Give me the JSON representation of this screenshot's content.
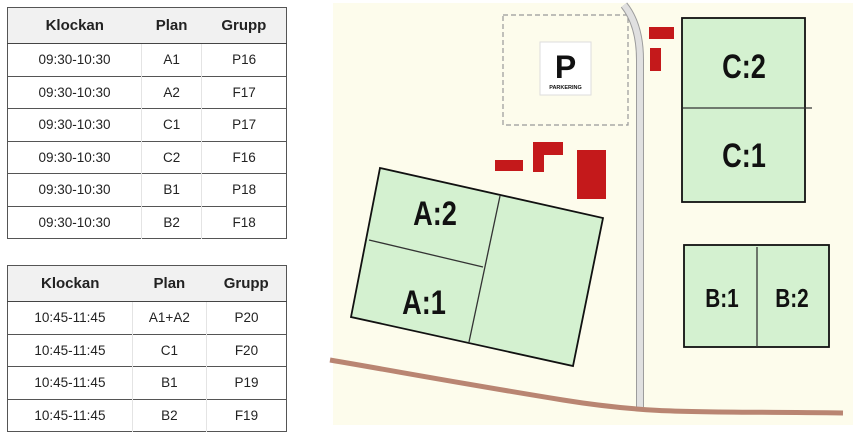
{
  "schedules": [
    {
      "headers": [
        "Klockan",
        "Plan",
        "Grupp"
      ],
      "rows": [
        [
          "09:30-10:30",
          "A1",
          "P16"
        ],
        [
          "09:30-10:30",
          "A2",
          "F17"
        ],
        [
          "09:30-10:30",
          "C1",
          "P17"
        ],
        [
          "09:30-10:30",
          "C2",
          "F16"
        ],
        [
          "09:30-10:30",
          "B1",
          "P18"
        ],
        [
          "09:30-10:30",
          "B2",
          "F18"
        ]
      ]
    },
    {
      "headers": [
        "Klockan",
        "Plan",
        "Grupp"
      ],
      "rows": [
        [
          "10:45-11:45",
          "A1+A2",
          "P20"
        ],
        [
          "10:45-11:45",
          "C1",
          "F20"
        ],
        [
          "10:45-11:45",
          "B1",
          "P19"
        ],
        [
          "10:45-11:45",
          "B2",
          "F19"
        ]
      ]
    }
  ],
  "map": {
    "parking_sign": {
      "letter": "P",
      "label": "PARKERING"
    },
    "fields": {
      "a2": "A:2",
      "a1": "A:1",
      "c2": "C:2",
      "c1": "C:1",
      "b1": "B:1",
      "b2": "B:2"
    },
    "colors": {
      "background": "#fdfcec",
      "field": "#d4f1d0",
      "building": "#c4191b",
      "road": "#d4d4d4",
      "path": "#b98572"
    }
  }
}
